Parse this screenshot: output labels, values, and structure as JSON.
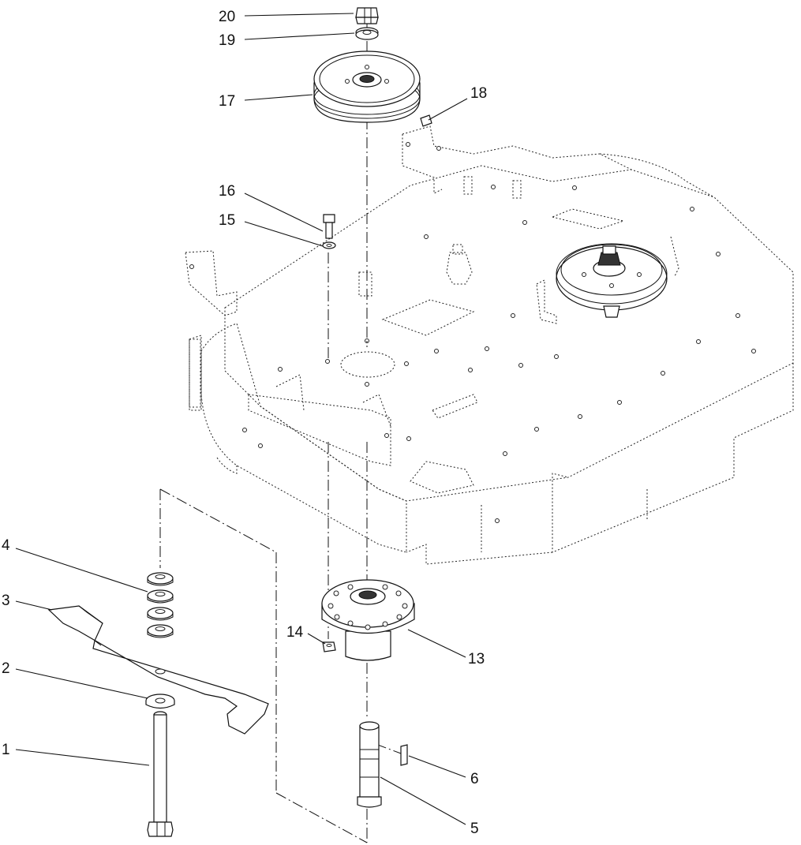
{
  "callouts": {
    "c1": "1",
    "c2": "2",
    "c3": "3",
    "c4": "4",
    "c5": "5",
    "c6": "6",
    "c13": "13",
    "c14": "14",
    "c15": "15",
    "c16": "16",
    "c17": "17",
    "c18": "18",
    "c19": "19",
    "c20": "20"
  }
}
